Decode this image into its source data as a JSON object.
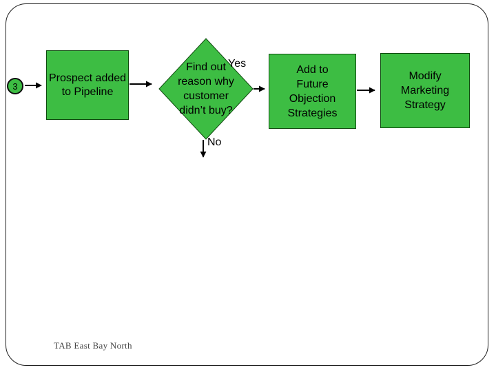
{
  "slide": {
    "footer_text": "TAB East Bay North",
    "background_color": "#ffffff",
    "border_color": "#1f1f1f",
    "shape_fill_color": "#3dbd43",
    "step_number": "3"
  },
  "flowchart": {
    "nodes": [
      {
        "id": "prospect-added",
        "type": "process",
        "label": "Prospect added\nto Pipeline"
      },
      {
        "id": "find-out-reason",
        "type": "decision",
        "label": "Find out\nreason why\ncustomer\ndidn’t buy?"
      },
      {
        "id": "add-to-future-objection",
        "type": "process",
        "label": "Add to\nFuture\nObjection\nStrategies"
      },
      {
        "id": "modify-marketing-strategy",
        "type": "process",
        "label": "Modify\nMarketing\nStrategy"
      }
    ],
    "edge_labels": {
      "yes": "Yes",
      "no": "No"
    }
  }
}
